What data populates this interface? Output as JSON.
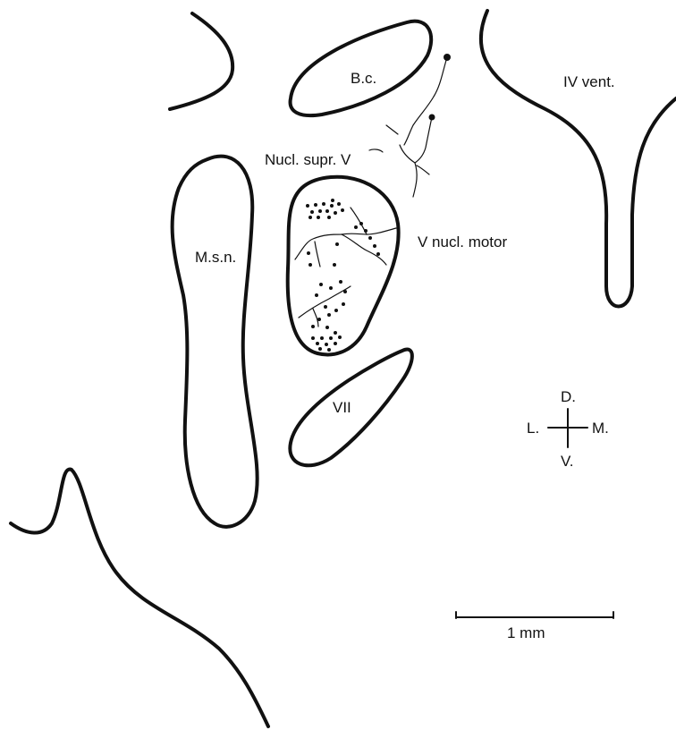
{
  "labels": {
    "bc": "B.c.",
    "iv_vent": "IV vent.",
    "nucl_supr_v": "Nucl. supr. V",
    "v_nucl_motor": "V nucl. motor",
    "msn": "M.s.n.",
    "vii": "VII"
  },
  "orientation": {
    "dorsal": "D.",
    "ventral": "V.",
    "lateral": "L.",
    "medial": "M."
  },
  "scale_bar": {
    "label": "1 mm"
  },
  "colors": {
    "ink": "#111111",
    "background": "#ffffff"
  }
}
